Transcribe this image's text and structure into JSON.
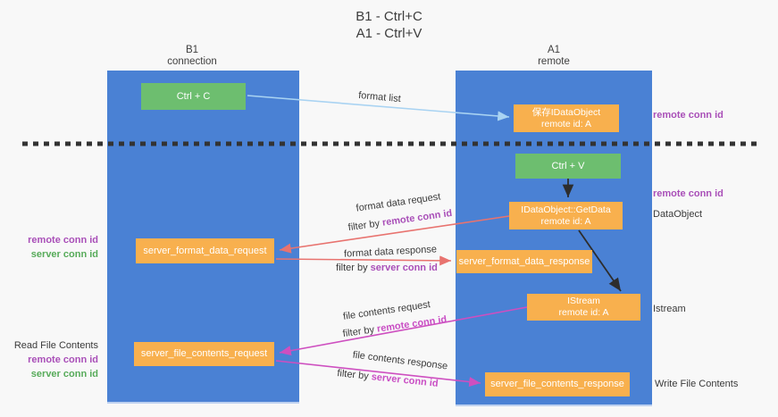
{
  "title": {
    "line1": "B1 - Ctrl+C",
    "line2": "A1 - Ctrl+V"
  },
  "lanes": {
    "left": {
      "title": "B1",
      "subtitle": "connection"
    },
    "right": {
      "title": "A1",
      "subtitle": "remote"
    }
  },
  "nodes": {
    "ctrl_c": {
      "label": "Ctrl + C"
    },
    "ctrl_v": {
      "label": "Ctrl + V"
    },
    "save_dataobject": {
      "line1": "保存IDataObject",
      "line2": "remote id: A"
    },
    "getdata": {
      "line1": "IDataObject::GetData",
      "line2": "remote id: A"
    },
    "istream": {
      "line1": "IStream",
      "line2": "remote id: A"
    },
    "server_format_data_request": {
      "label": "server_format_data_request"
    },
    "server_format_data_response": {
      "label": "server_format_data_response"
    },
    "server_file_contents_request": {
      "label": "server_file_contents_request"
    },
    "server_file_contents_response": {
      "label": "server_file_contents_response"
    }
  },
  "side_labels": {
    "remote_conn_id_top": "remote conn id",
    "remote_conn_id_mid": "remote conn id",
    "dataobject": "DataObject",
    "istream": "Istream",
    "write_file_contents": "Write File Contents",
    "read_file_contents": "Read File Contents",
    "left_remote_conn_id_1": "remote conn id",
    "left_server_conn_id_1": "server conn id",
    "left_remote_conn_id_2": "remote conn id",
    "left_server_conn_id_2": "server conn id"
  },
  "arrows": {
    "format_list": {
      "label": "format list"
    },
    "format_data_request": {
      "label": "format data request",
      "filter_prefix": "filter by ",
      "filter_key": "remote conn id"
    },
    "format_data_response": {
      "label": "format data response",
      "filter_prefix": "filter by ",
      "filter_key": "server conn id"
    },
    "file_contents_request": {
      "label": "file contents request",
      "filter_prefix": "filter by ",
      "filter_key": "remote conn id"
    },
    "file_contents_response": {
      "label": "file contents response",
      "filter_prefix": "filter by ",
      "filter_key": "server conn id"
    }
  },
  "colors": {
    "lane_blue": "#4a81d4",
    "node_green": "#6dbe6f",
    "node_orange": "#f8b04e",
    "remote_conn_purple": "#a94fb8",
    "server_conn_green": "#57ab5a",
    "arrow_salmon": "#e8736f",
    "arrow_magenta": "#ce4fc0",
    "arrow_lightblue": "#a9d3f2",
    "arrow_black": "#2d2d2d"
  }
}
